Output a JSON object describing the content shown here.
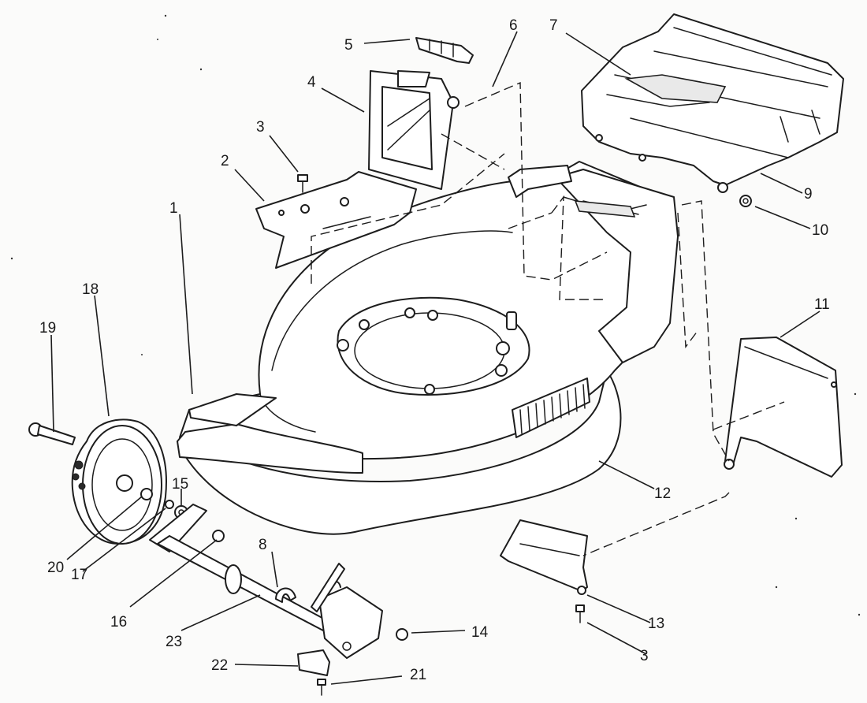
{
  "diagram": {
    "callouts": [
      {
        "id": "c1",
        "label": "1"
      },
      {
        "id": "c2",
        "label": "2"
      },
      {
        "id": "c3a",
        "label": "3"
      },
      {
        "id": "c3b",
        "label": "3"
      },
      {
        "id": "c4",
        "label": "4"
      },
      {
        "id": "c5",
        "label": "5"
      },
      {
        "id": "c6",
        "label": "6"
      },
      {
        "id": "c7",
        "label": "7"
      },
      {
        "id": "c8",
        "label": "8"
      },
      {
        "id": "c9",
        "label": "9"
      },
      {
        "id": "c10",
        "label": "10"
      },
      {
        "id": "c11",
        "label": "11"
      },
      {
        "id": "c12",
        "label": "12"
      },
      {
        "id": "c13",
        "label": "13"
      },
      {
        "id": "c14",
        "label": "14"
      },
      {
        "id": "c15",
        "label": "15"
      },
      {
        "id": "c16",
        "label": "16"
      },
      {
        "id": "c17",
        "label": "17"
      },
      {
        "id": "c18",
        "label": "18"
      },
      {
        "id": "c19",
        "label": "19"
      },
      {
        "id": "c20",
        "label": "20"
      },
      {
        "id": "c21",
        "label": "21"
      },
      {
        "id": "c22",
        "label": "22"
      },
      {
        "id": "c23",
        "label": "23"
      }
    ]
  }
}
